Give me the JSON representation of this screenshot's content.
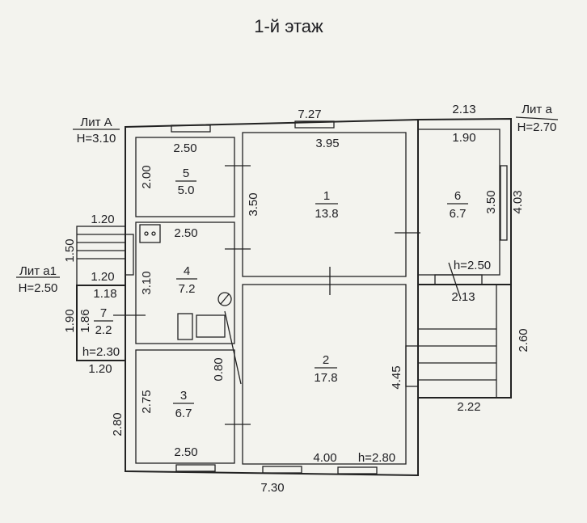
{
  "title": "1-й этаж",
  "lit_A": {
    "name": "Лит А",
    "height": "H=3.10"
  },
  "lit_a": {
    "name": "Лит а",
    "height": "H=2.70"
  },
  "lit_a1": {
    "name": "Лит а1",
    "height": "H=2.50"
  },
  "rooms": [
    {
      "number": "1",
      "area": "13.8"
    },
    {
      "number": "2",
      "area": "17.8"
    },
    {
      "number": "3",
      "area": "6.7"
    },
    {
      "number": "4",
      "area": "7.2"
    },
    {
      "number": "5",
      "area": "5.0"
    },
    {
      "number": "6",
      "area": "6.7"
    },
    {
      "number": "7",
      "area": "2.2"
    }
  ],
  "dimensions": {
    "top_total": "7.27",
    "bottom_total": "7.30",
    "lit_a_top": "2.13",
    "r5_w": "2.50",
    "r5_h": "2.00",
    "r4_w": "2.50",
    "r4_h": "3.10",
    "r3_w": "2.50",
    "r3_h": "2.75",
    "r3_outer": "2.80",
    "door_080": "0.80",
    "r1_w": "3.95",
    "r1_h": "3.50",
    "r2_w": "4.00",
    "r2_h": "4.45",
    "r2_ceiling": "h=2.80",
    "r6_w": "1.90",
    "r6_h": "3.50",
    "r6_outer": "4.03",
    "r6_ceiling": "h=2.50",
    "porch_w": "2.13",
    "porch_h": "2.60",
    "porch_bottom": "2.22",
    "steps_w": "1.20",
    "steps_h": "1.50",
    "r7_w_top": "1.20",
    "r7_w_inner": "1.18",
    "r7_h_outer": "1.90",
    "r7_h": "1.86",
    "r7_ceiling": "h=2.30",
    "r7_w_bottom": "1.20"
  }
}
